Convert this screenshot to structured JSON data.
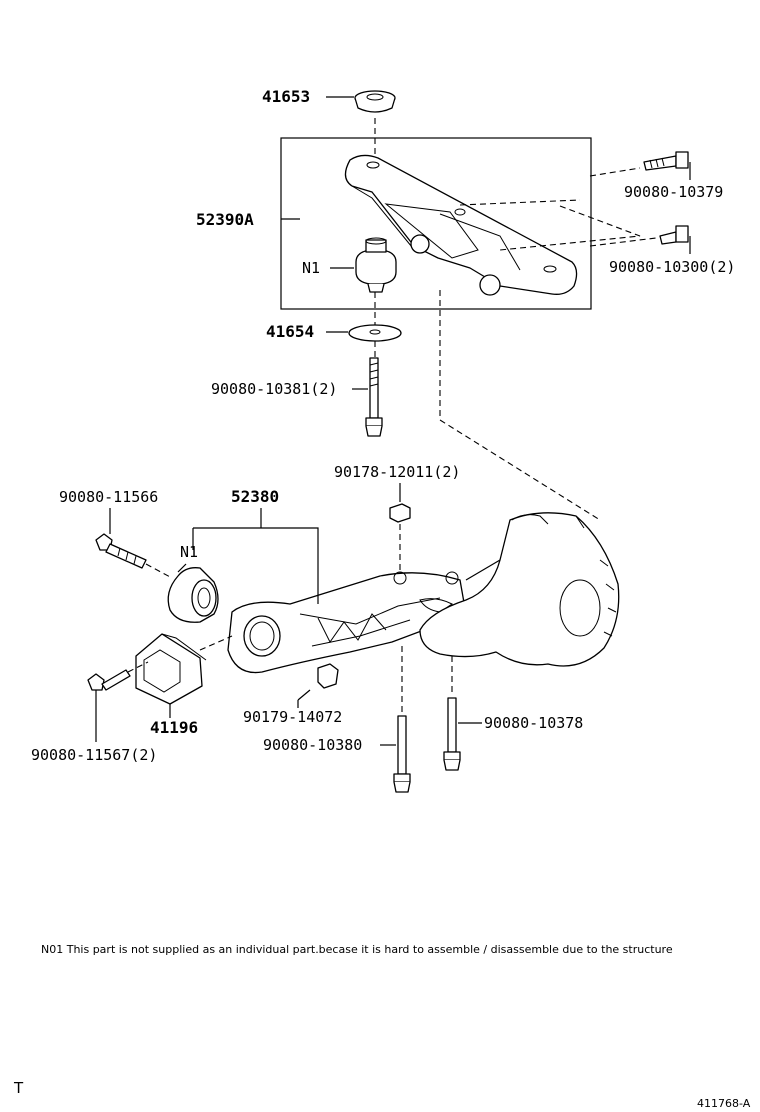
{
  "labels": {
    "p41653": "41653",
    "p52390a": "52390A",
    "n1_top": "N1",
    "p41654": "41654",
    "p90080_10381": "90080-10381(2)",
    "p90080_10379": "90080-10379",
    "p90080_10300": "90080-10300(2)",
    "p90178_12011": "90178-12011(2)",
    "p90080_11566": "90080-11566",
    "p52380": "52380",
    "n1_bottom": "N1",
    "p41196": "41196",
    "p90080_11567": "90080-11567(2)",
    "p90179_14072": "90179-14072",
    "p90080_10380": "90080-10380",
    "p90080_10378": "90080-10378"
  },
  "note": "N01  This part is not supplied as an individual part.becase it is hard to assemble / disassemble due to the structure",
  "corner_mark": "T",
  "figure_id": "411768-A"
}
